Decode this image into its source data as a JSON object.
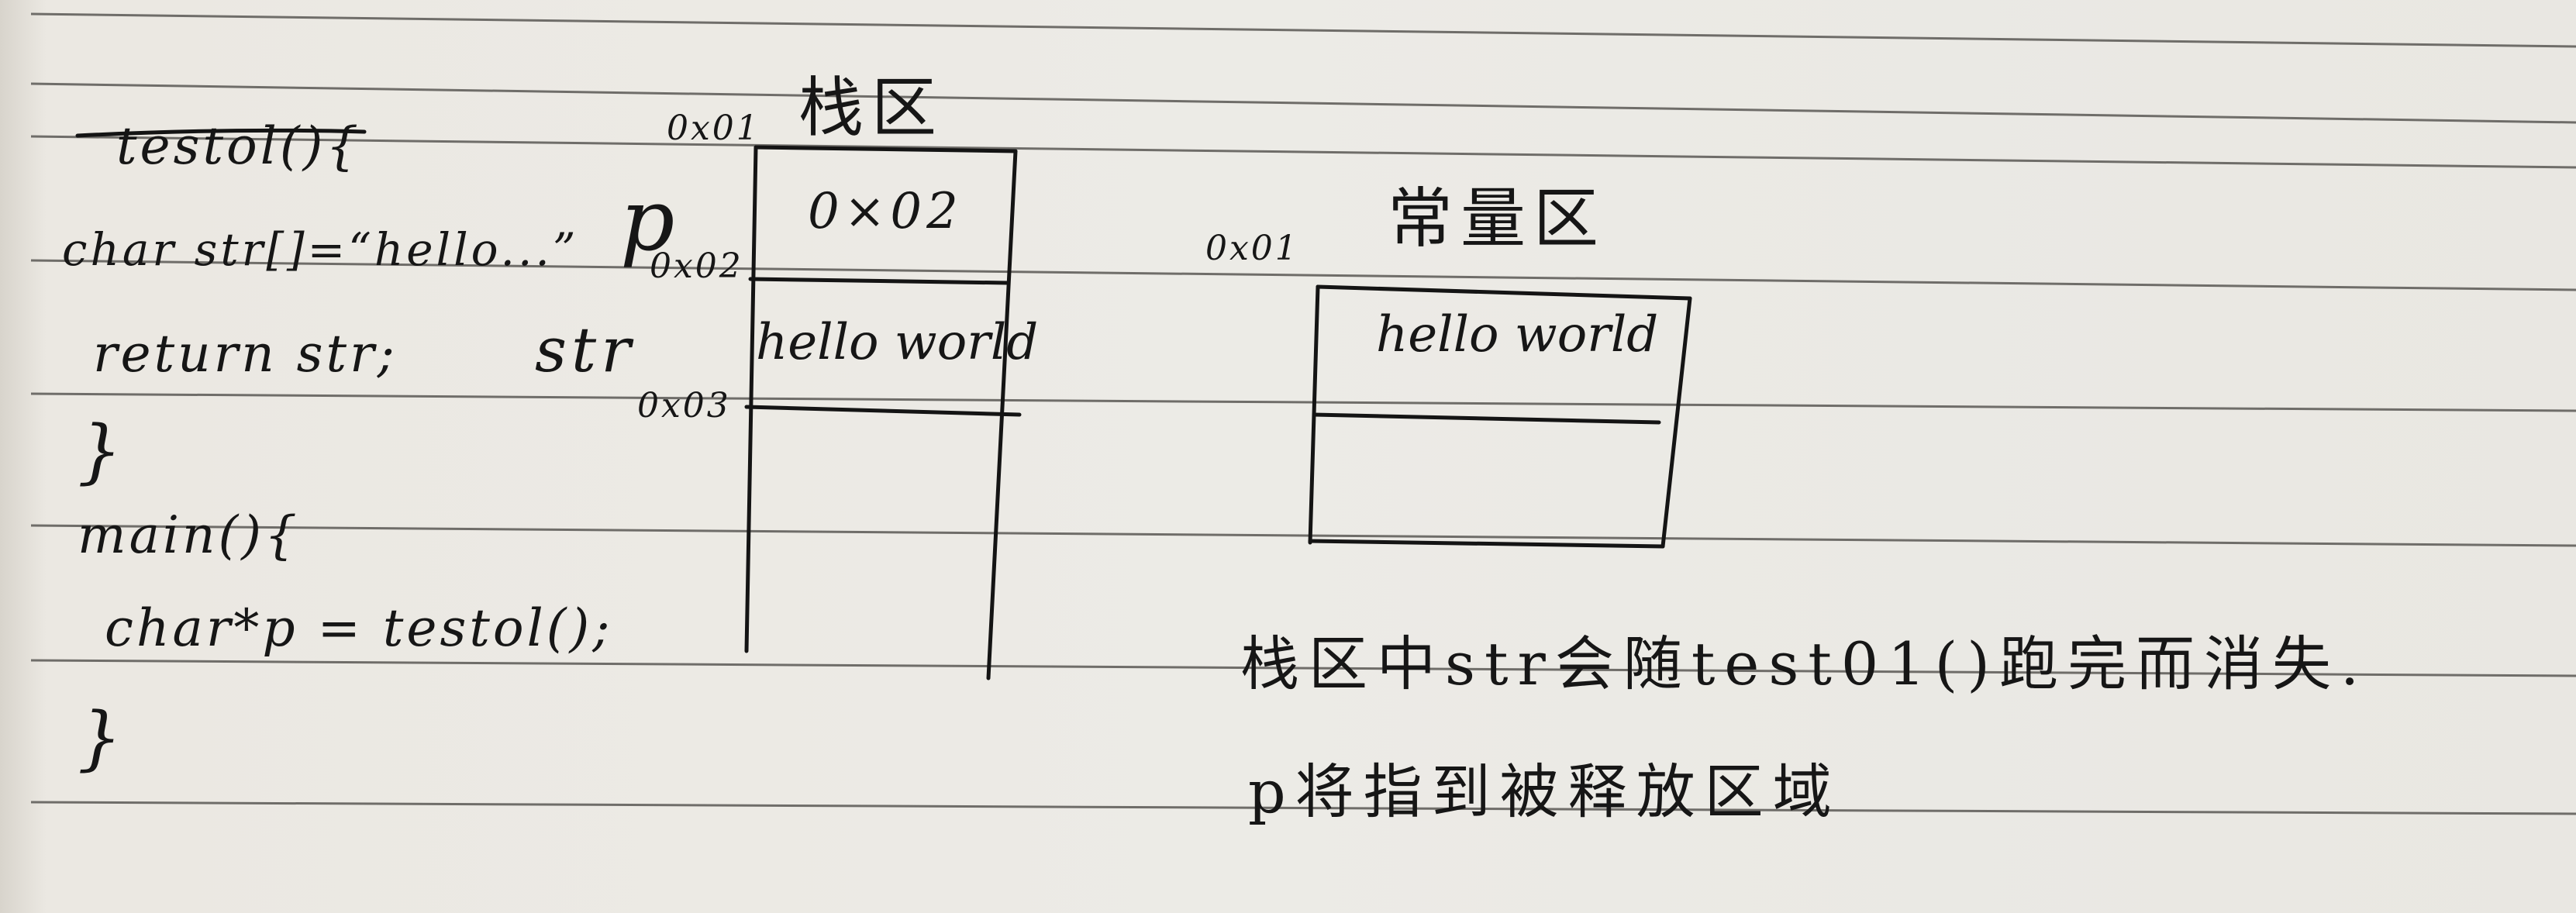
{
  "code": {
    "line1": "testol(){",
    "line2": "char str[]=“hello...”",
    "line3": "return str;",
    "line4": "}",
    "line5": "main(){",
    "line6": "char*p = testol();",
    "line7": "}"
  },
  "stack": {
    "title": "栈区",
    "addr_top": "0x01",
    "var_p": "p",
    "addr_p": "0x02",
    "cell_p": "0×02",
    "var_str": "str",
    "addr_str": "0x03",
    "cell_str": "hello world"
  },
  "constant": {
    "title": "常量区",
    "addr": "0x01",
    "cell": "hello world"
  },
  "notes": {
    "line1": "栈区中str会随test01()跑完而消失.",
    "line2": "p将指到被释放区域"
  }
}
